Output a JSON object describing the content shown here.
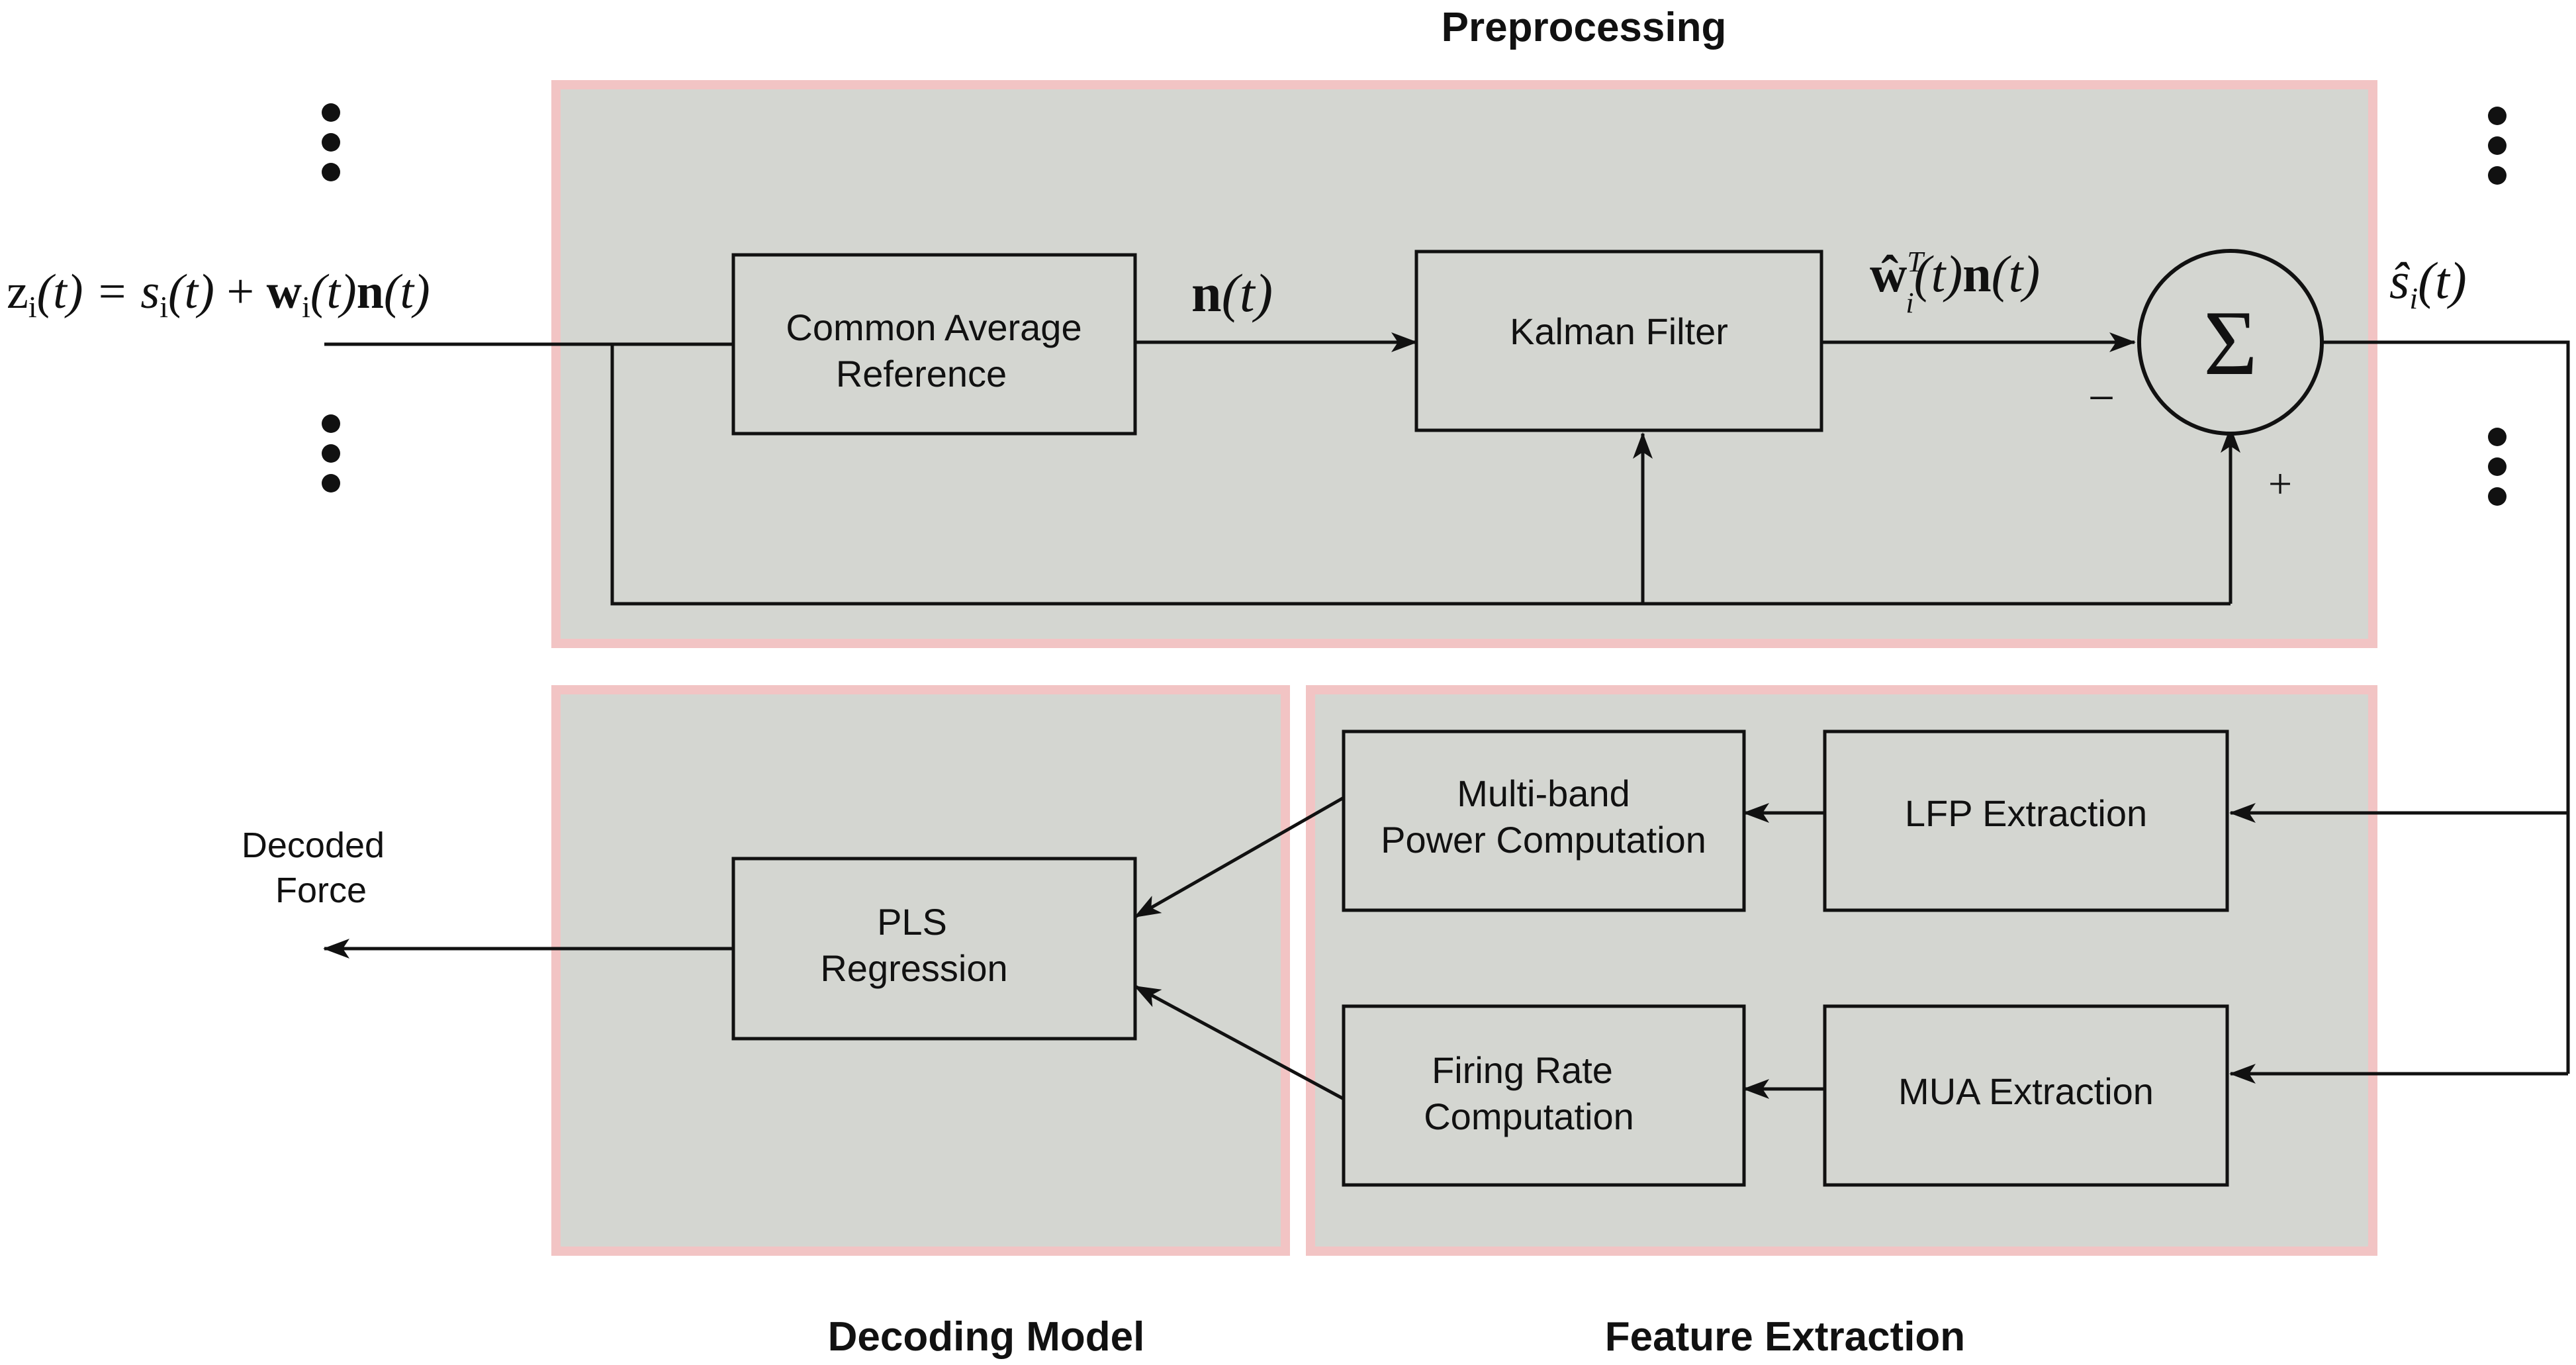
{
  "sections": {
    "preprocessing": "Preprocessing",
    "decoding_model": "Decoding Model",
    "feature_extraction": "Feature Extraction"
  },
  "blocks": {
    "car": [
      "Common Average",
      "Reference"
    ],
    "kalman": "Kalman Filter",
    "multiband": [
      "Multi-band",
      "Power Computation"
    ],
    "lfp": "LFP Extraction",
    "firing": [
      "Firing Rate",
      "Computation"
    ],
    "mua": "MUA Extraction",
    "pls": [
      "PLS",
      "Regression"
    ]
  },
  "math": {
    "input_z": "z",
    "input_i": "i",
    "input_t_paren": "(t)",
    "input_eq": " = s",
    "input_plus": " + ",
    "input_w": "w",
    "input_n": "n",
    "noise_n": "n",
    "noise_t": "(t)",
    "w_hat": "ŵ",
    "superscript_T": "T",
    "output_s": "ŝ",
    "sigma": "Σ",
    "minus": "−",
    "plus": "+"
  },
  "output_label": [
    "Decoded",
    "Force"
  ],
  "colors": {
    "section_fill": "#d4d6d1",
    "section_border": "#f2c4c4",
    "line": "#111111"
  }
}
